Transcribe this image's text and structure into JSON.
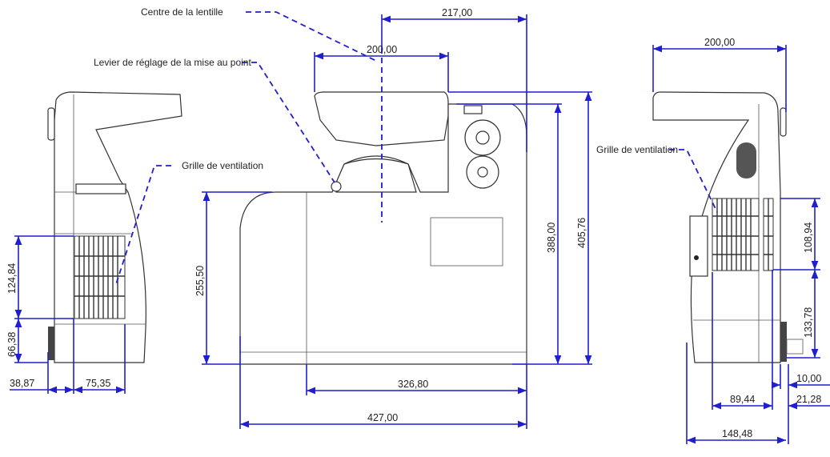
{
  "labels": {
    "lens_center": "Centre de la lentille",
    "focus_lever": "Levier de réglage de la mise au point",
    "vent_left": "Grille de ventilation",
    "vent_right": "Grille de ventilation"
  },
  "dimensions": {
    "left_view": {
      "vent_height": "124,84",
      "vent_bottom": "66,38",
      "foot_offset": "38,87",
      "vent_width": "75,35"
    },
    "front_view": {
      "lens_offset": "217,00",
      "mirror_width": "200,00",
      "height_to_top": "388,00",
      "total_height": "405,76",
      "body_height": "255,50",
      "body_depth_partial": "326,80",
      "total_width": "427,00"
    },
    "right_view": {
      "top_width": "200,00",
      "vent_height": "108,94",
      "vent_bottom": "133,78",
      "offset_a": "10,00",
      "offset_b": "21,28",
      "vent_offset": "89,44",
      "total_depth": "148,48"
    }
  },
  "colors": {
    "dimension": "#1f1fd1",
    "outline": "#333333"
  }
}
